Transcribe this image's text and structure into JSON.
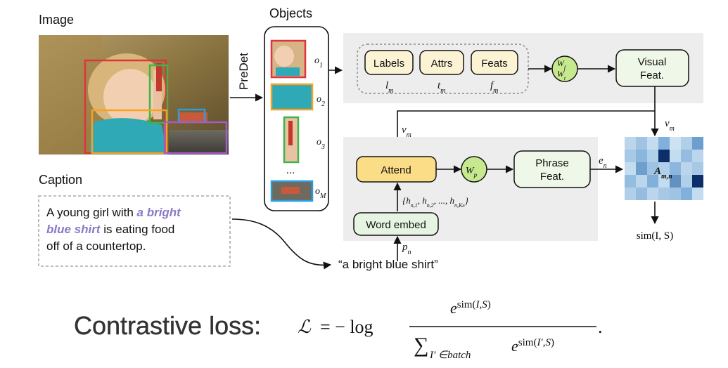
{
  "labels": {
    "image": "Image",
    "objects": "Objects",
    "predet": "PreDet",
    "caption": "Caption"
  },
  "caption": {
    "line1_plain": "A young girl with ",
    "line1_highlight": "a bright",
    "line2_highlight": "blue shirt",
    "line2_plain": " is eating food",
    "line3": "off of a countertop.",
    "highlight_color": "#8a78c8"
  },
  "objects": {
    "items": [
      "o1",
      "o2",
      "o3",
      "oM"
    ],
    "ellipsis": "..."
  },
  "visual_branch": {
    "labels_box": "Labels",
    "attrs_box": "Attrs",
    "feats_box": "Feats",
    "labels_var": "l_m",
    "attrs_var": "t_m",
    "feats_var": "f_m",
    "weight_top": "W_f",
    "weight_bottom": "W_t",
    "visual_feat_line1": "Visual",
    "visual_feat_line2": "Feat.",
    "vm_label": "v_m"
  },
  "text_branch": {
    "attend_box": "Attend",
    "wp": "W_p",
    "phrase_feat_line1": "Phrase",
    "phrase_feat_line2": "Feat.",
    "en_label": "e_n",
    "vm_label": "v_m",
    "hidden_states": "{h_{n,1}, h_{n,2}, ..., h_{n,K_n}}",
    "word_embed_box": "Word embed",
    "pn_label": "p_n",
    "phrase": "“a bright blue shirt”"
  },
  "matrix": {
    "label": "A_{m,n}",
    "sim_label": "sim(I, S)"
  },
  "loss": {
    "title": "Contrastive loss:",
    "formula": "ℒ = − log e^{sim(I,S)} / ∑_{I′∈batch} e^{sim(I′,S)}."
  },
  "colors": {
    "label_box_fill": "#fbf3d4",
    "attend_fill": "#fbdc87",
    "feat_box_fill": "#eef7e8",
    "weight_circle_fill": "#c6e98f",
    "word_embed_fill": "#e6f5e2",
    "panel_fill": "#ededed",
    "matrix_dark": "#0d2e6b",
    "bbox_red": "#e0343a",
    "bbox_green": "#3db54a",
    "bbox_orange": "#f4a126",
    "bbox_blue": "#2a9de0",
    "bbox_purple": "#a55bc7"
  }
}
